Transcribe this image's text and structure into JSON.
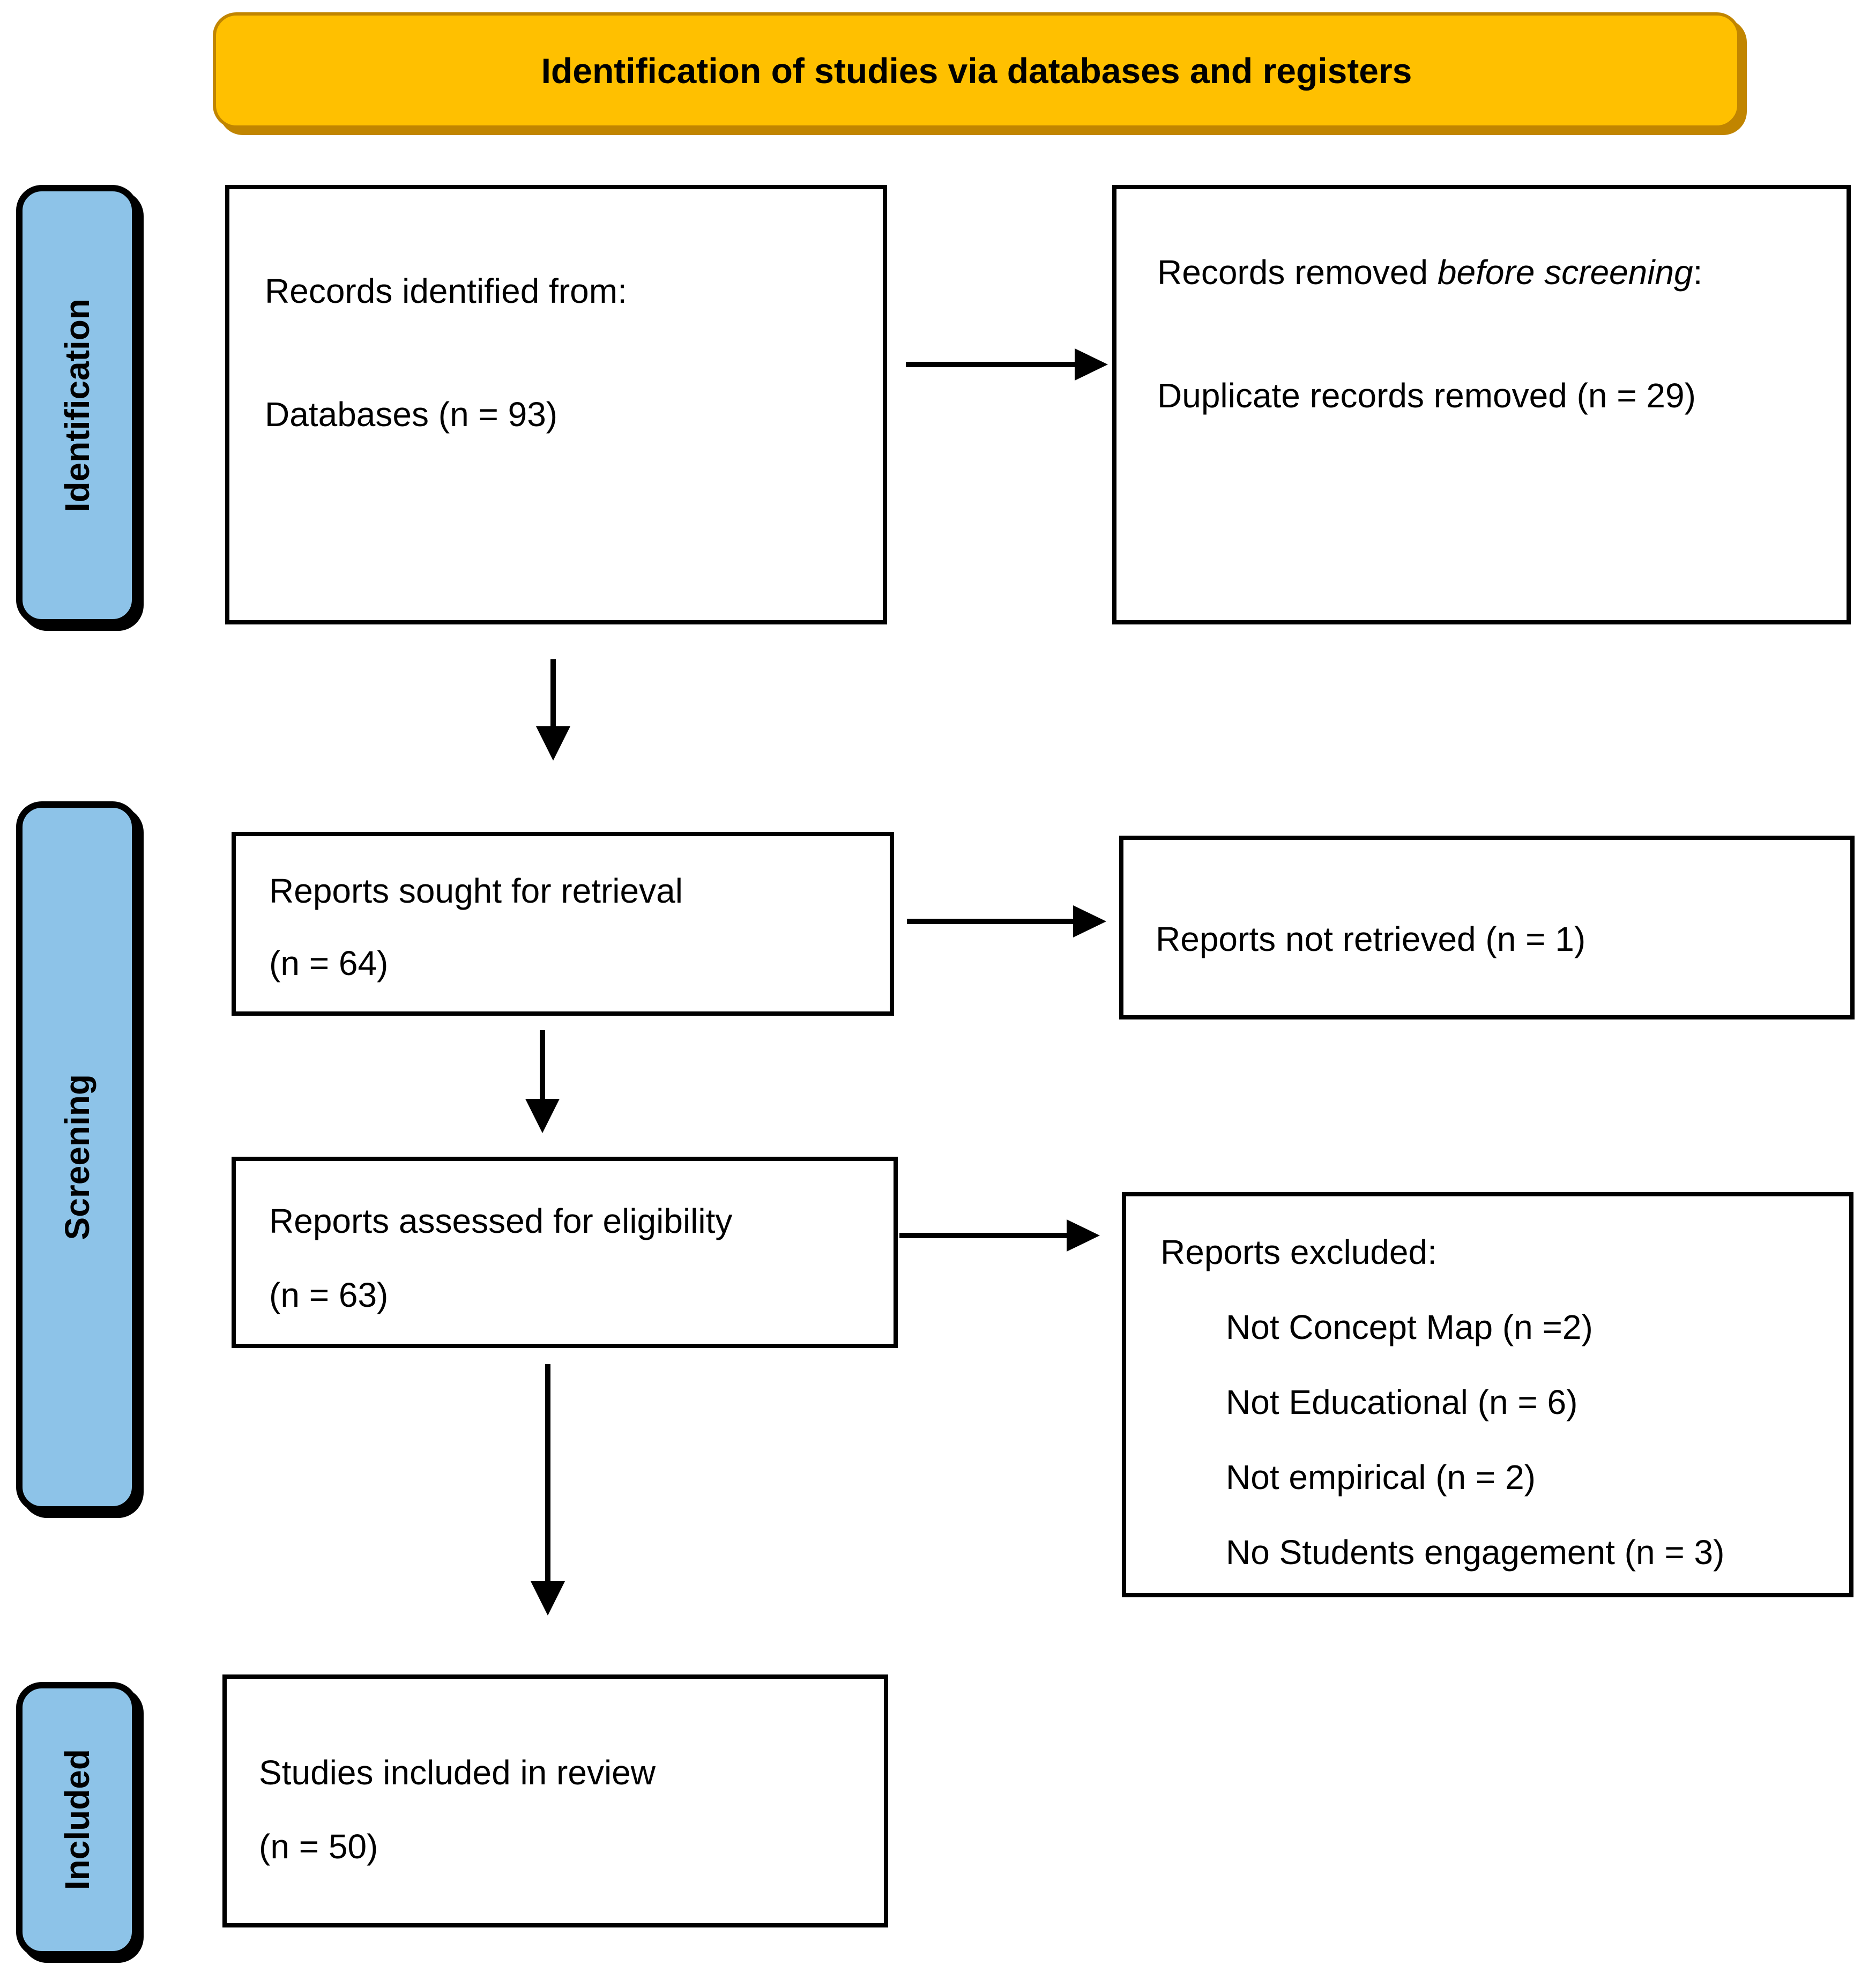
{
  "banner": {
    "title": "Identification of studies via databases and registers"
  },
  "stages": [
    {
      "label": "Identification"
    },
    {
      "label": "Screening"
    },
    {
      "label": "Included"
    }
  ],
  "boxes": {
    "records_identified": {
      "lines": [
        "Records identified from:",
        "Databases (n = 93)"
      ]
    },
    "records_removed": {
      "line1_prefix": "Records removed ",
      "line1_italic": "before screening",
      "line1_suffix": ":",
      "line2": "Duplicate records removed (n = 29)"
    },
    "reports_sought": {
      "lines": [
        "Reports sought for retrieval",
        "(n = 64)"
      ]
    },
    "reports_not_retrieved": {
      "lines": [
        "Reports not retrieved (n = 1)"
      ]
    },
    "reports_assessed": {
      "lines": [
        "Reports assessed for eligibility",
        "(n = 63)"
      ]
    },
    "reports_excluded": {
      "title": "Reports excluded:",
      "items": [
        "Not Concept Map (n =2)",
        "Not Educational (n = 6)",
        "Not empirical (n = 2)",
        "No Students engagement (n = 3)"
      ]
    },
    "studies_included": {
      "lines": [
        "Studies included in review",
        "(n = 50)"
      ]
    }
  },
  "colors": {
    "banner_fill": "#FFC000",
    "banner_border": "#C18500",
    "stage_fill": "#8DC3E8",
    "stage_border": "#000000",
    "box_border": "#000000",
    "arrow": "#000000",
    "text": "#000000",
    "background": "#FFFFFF"
  }
}
